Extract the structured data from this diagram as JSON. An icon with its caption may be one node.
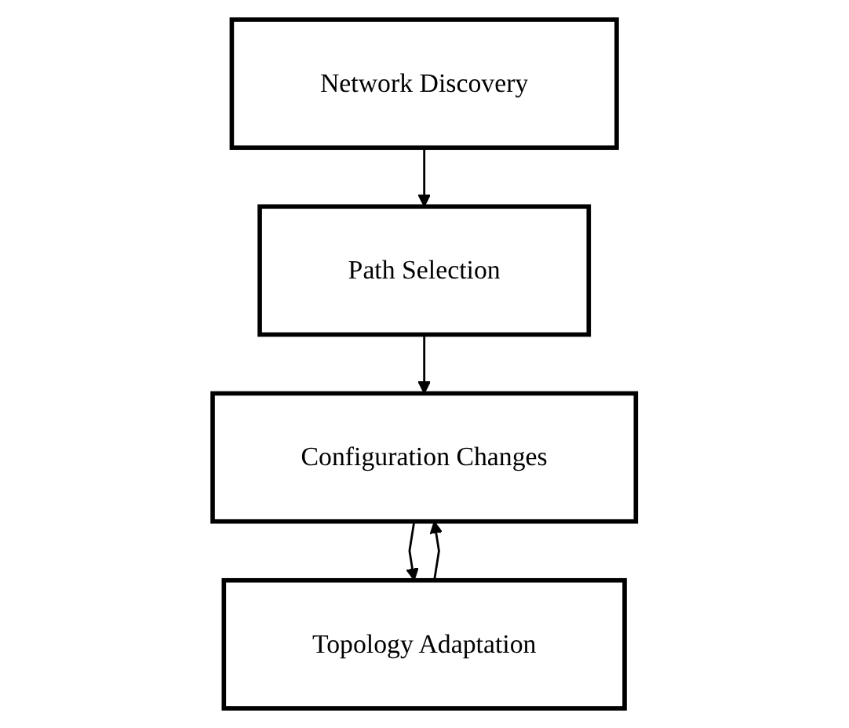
{
  "diagram": {
    "nodes": [
      {
        "text": [
          "Network Discovery"
        ]
      },
      {
        "text": [
          "Path Selection"
        ]
      },
      {
        "text": [
          "Configuration Changes"
        ]
      },
      {
        "text": [
          "Topology Adaptation"
        ]
      }
    ],
    "edges": [
      {
        "from": 0,
        "to": 1,
        "arrow": "to"
      },
      {
        "from": 1,
        "to": 2,
        "arrow": "to"
      },
      {
        "from": 2,
        "to": 3,
        "arrow": "to"
      },
      {
        "from": 3,
        "to": 2,
        "arrow": "to"
      }
    ]
  }
}
